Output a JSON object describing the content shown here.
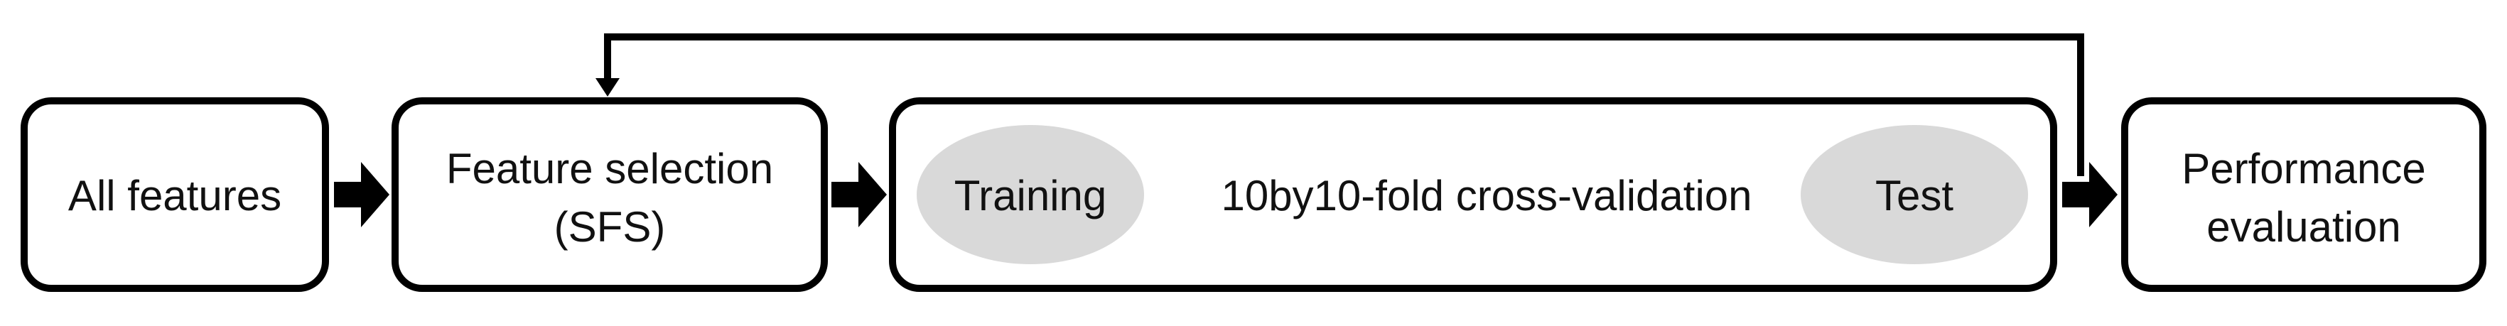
{
  "boxes": {
    "all_features": {
      "label": "All features"
    },
    "feature_selection": {
      "line1": "Feature selection",
      "line2": "(SFS)"
    },
    "cross_validation": {
      "label": "10by10-fold cross-validation",
      "training": "Training",
      "test": "Test"
    },
    "performance": {
      "line1": "Performance",
      "line2": "evaluation"
    }
  },
  "colors": {
    "stroke": "#000000",
    "ellipse_fill": "#d9d9d9",
    "box_fill": "#ffffff"
  }
}
